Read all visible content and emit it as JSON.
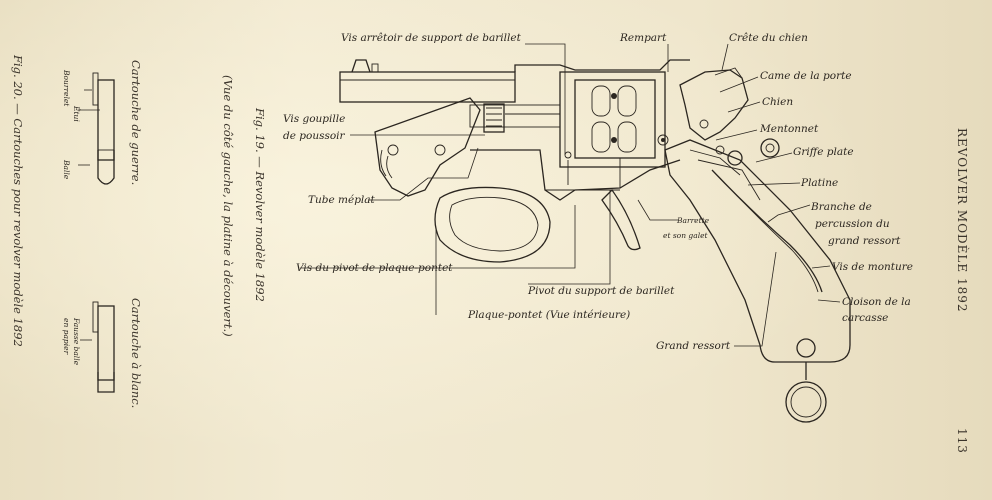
{
  "fig20": {
    "caption": "Fig. 20. — Cartouches pour revolver modèle 1892",
    "war_title": "Cartouche de guerre.",
    "blank_title": "Cartouche à blanc.",
    "bourrelet": "Bourrelet",
    "etui": "Étui",
    "balle": "Balle",
    "fausse_balle_1": "Fausse balle",
    "fausse_balle_2": "en papier"
  },
  "fig19": {
    "caption_1": "Fig. 19. — Revolver modèle 1892",
    "caption_2": "(Vue du côté gauche, la platine à découvert.)"
  },
  "labels": {
    "vis_arretoir": "Vis arrêtoir de support de barillet",
    "rempart": "Rempart",
    "crete": "Crête du chien",
    "came": "Came de la porte",
    "chien": "Chien",
    "mentonnet": "Mentonnet",
    "griffe": "Griffe plate",
    "platine": "Platine",
    "branche_1": "Branche de",
    "branche_2": "percussion du",
    "branche_3": "grand ressort",
    "vis_monture": "Vis de monture",
    "cloison_1": "Cloison de la",
    "cloison_2": "carcasse",
    "grand_ressort": "Grand ressort",
    "vis_goupille_1": "Vis goupille",
    "vis_goupille_2": "de poussoir",
    "tube": "Tube méplat",
    "barrette_1": "Barrette",
    "barrette_2": "et son galet",
    "vis_pivot": "Vis du pivot de plaque-pontet",
    "pivot_support": "Pivot du support de barillet",
    "plaque_pontet": "Plaque-pontet (Vue intérieure)"
  },
  "header": {
    "running_title": "REVOLVER MODÈLE 1892",
    "page_number": "113"
  }
}
